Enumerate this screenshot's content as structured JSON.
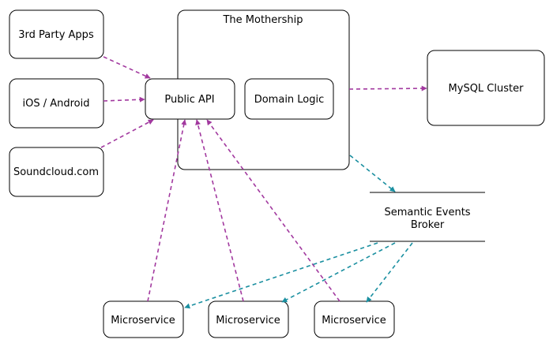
{
  "colors": {
    "client_edge": "#a2399f",
    "event_edge": "#1a8fa0",
    "box_stroke": "#000000",
    "background": "#ffffff"
  },
  "nodes": {
    "third_party": "3rd Party Apps",
    "ios_android": "iOS / Android",
    "soundcloud": "Soundcloud.com",
    "mothership": "The Mothership",
    "public_api": "Public API",
    "domain_logic": "Domain Logic",
    "mysql": "MySQL Cluster",
    "broker_line1": "Semantic Events",
    "broker_line2": "Broker",
    "microservice_1": "Microservice",
    "microservice_2": "Microservice",
    "microservice_3": "Microservice"
  }
}
